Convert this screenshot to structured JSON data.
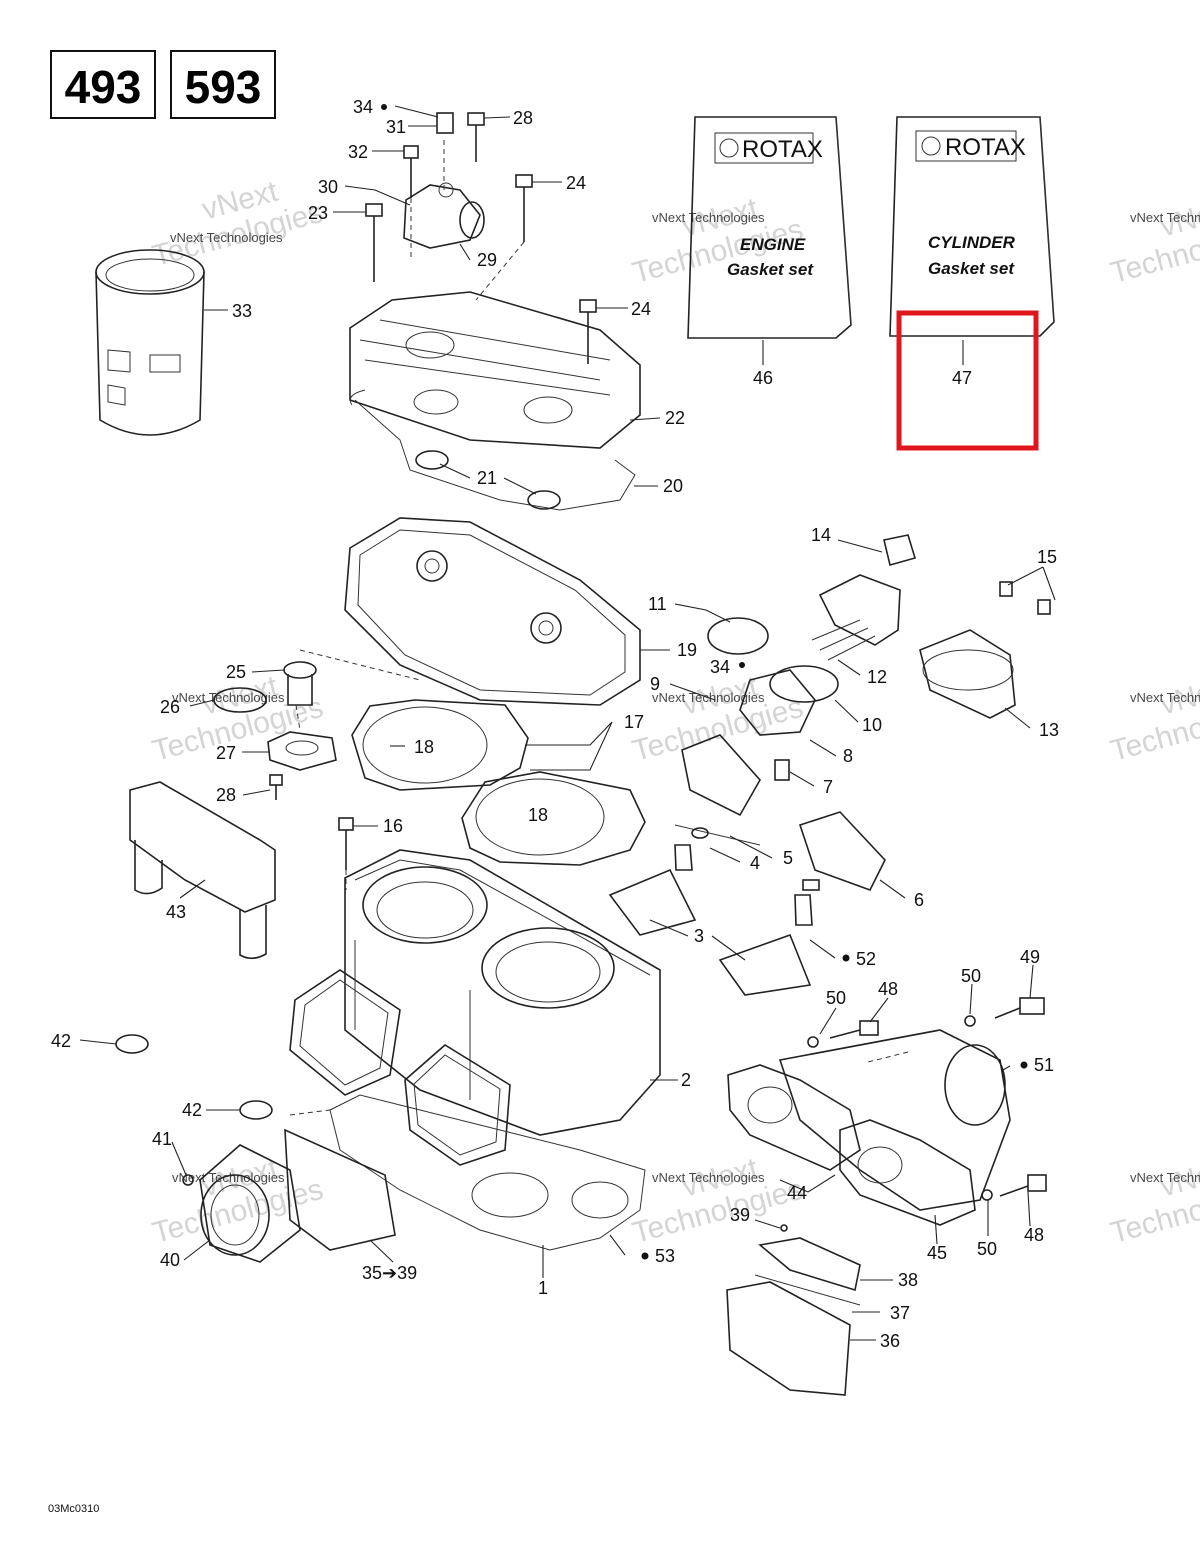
{
  "model_codes": [
    "493",
    "593"
  ],
  "kits": [
    {
      "brand": "ROTAX",
      "name": "ENGINE",
      "sub": "Gasket set",
      "callout": "46"
    },
    {
      "brand": "ROTAX",
      "name": "CYLINDER",
      "sub": "Gasket set",
      "callout": "47"
    }
  ],
  "highlight_color": "#e0161c",
  "watermark": {
    "line1": "vNext",
    "line2": "Technologies",
    "small": "vNext Technologies"
  },
  "callouts": {
    "c34a": "34",
    "c31": "31",
    "c28a": "28",
    "c32": "32",
    "c30": "30",
    "c24a": "24",
    "c23": "23",
    "c29": "29",
    "c33": "33",
    "c24b": "24",
    "c22": "22",
    "c21": "21",
    "c20": "20",
    "c14": "14",
    "c15": "15",
    "c11": "11",
    "c19": "19",
    "c25": "25",
    "c34b": "34",
    "c12": "12",
    "c9": "9",
    "c26": "26",
    "c10": "10",
    "c13": "13",
    "c17": "17",
    "c18a": "18",
    "c27": "27",
    "c8": "8",
    "c28b": "28",
    "c7": "7",
    "c18b": "18",
    "c16": "16",
    "c5": "5",
    "c4": "4",
    "c6": "6",
    "c43": "43",
    "c3": "3",
    "c52": "52",
    "c49": "49",
    "c50a": "50",
    "c48a": "48",
    "c50b": "50",
    "c42a": "42",
    "c51": "51",
    "c2": "2",
    "c42b": "42",
    "c41": "41",
    "c44": "44",
    "c48b": "48",
    "c39": "39",
    "c45": "45",
    "c50c": "50",
    "c40": "40",
    "c3539": "35➔39",
    "c53": "53",
    "c1": "1",
    "c38": "38",
    "c37": "37",
    "c36": "36"
  },
  "footer_code": "03Mc0310"
}
